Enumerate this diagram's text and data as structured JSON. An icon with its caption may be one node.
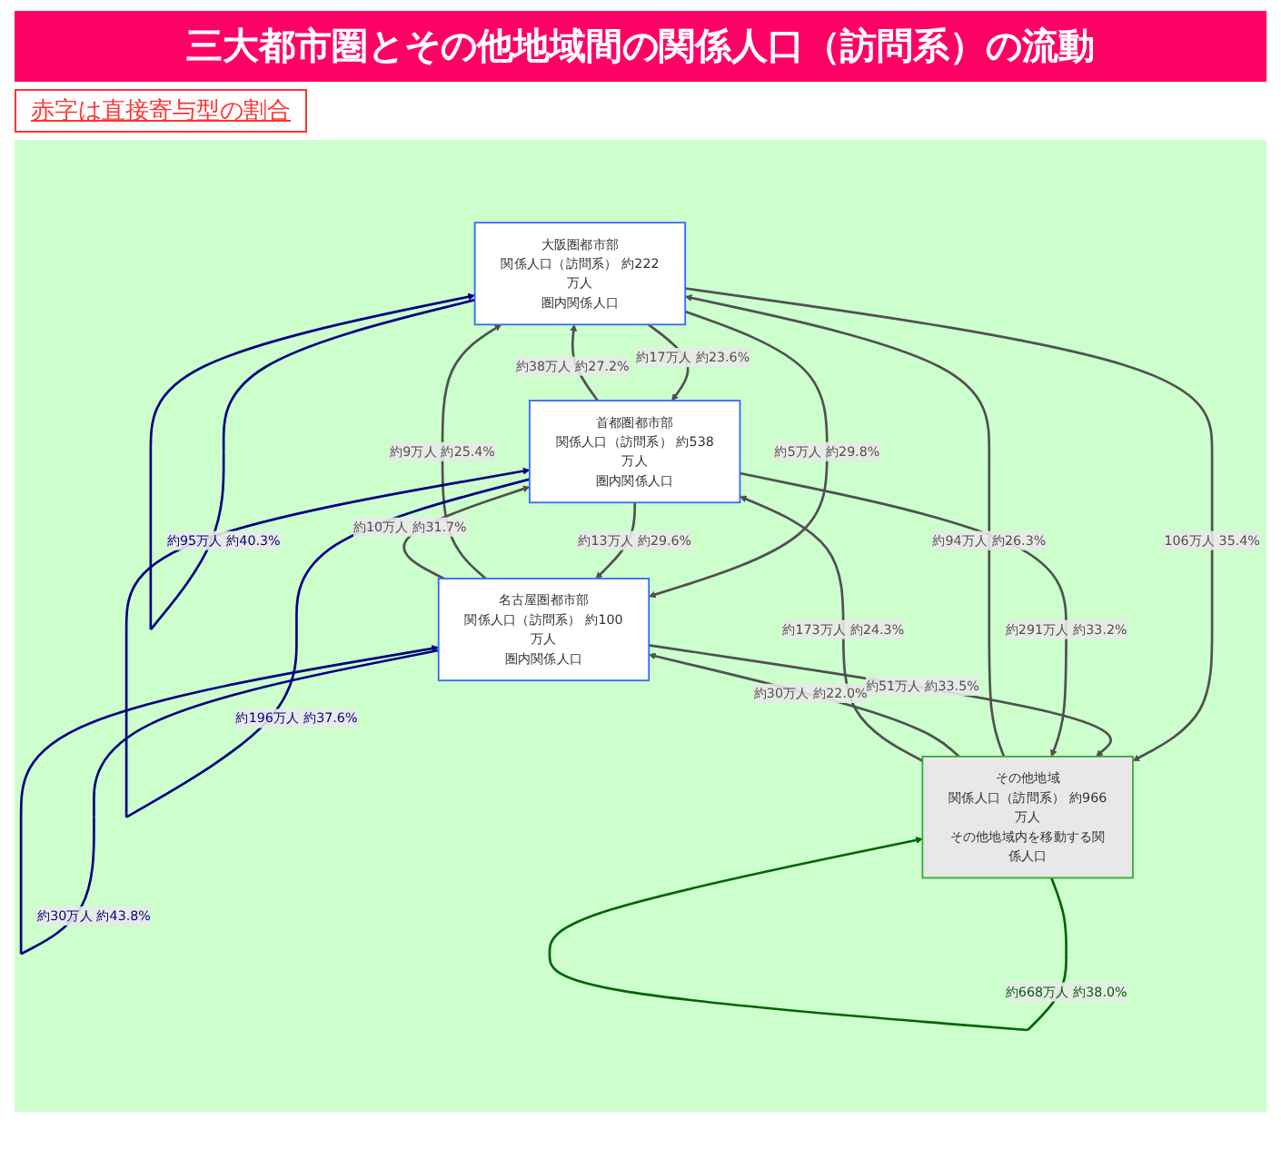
{
  "diagram": {
    "title": "三大都市圏とその他地域間の関係人口（訪問系）の流動",
    "nodes": [
      {
        "text": [
          "大阪圏都市部",
          "関係人口（訪問系） 約222万人",
          "圏内関係人口"
        ]
      },
      {
        "text": [
          "名古屋圏都市部",
          "関係人口（訪問系） 約100万人",
          "圏内関係人口"
        ]
      },
      {
        "text": [
          "首都圏都市部",
          "関係人口（訪問系） 約538万人",
          "圏内関係人口"
        ]
      },
      {
        "text": [
          "その他地域",
          "関係人口（訪問系） 約966万人",
          "その他地域内を移動する関係人口"
        ]
      }
    ],
    "edges": [
      {
        "from": 2,
        "to": 0,
        "arrow": "to",
        "label": "約38万人 約27.2%"
      },
      {
        "from": 0,
        "to": 2,
        "arrow": "to",
        "label": "約17万人 約23.6%"
      },
      {
        "from": 1,
        "to": 0,
        "arrow": "to",
        "label": "約9万人 約25.4%"
      },
      {
        "from": 0,
        "to": 1,
        "arrow": "to",
        "label": "約5万人 約29.8%"
      },
      {
        "from": 2,
        "to": 1,
        "arrow": "to",
        "label": "約13万人 約29.6%"
      },
      {
        "from": 1,
        "to": 2,
        "arrow": "to",
        "label": "約10万人 約31.7%"
      },
      {
        "from": 0,
        "to": 0,
        "arrow": "to",
        "label": "約95万人 約40.3%",
        "color": "#000080"
      },
      {
        "from": 1,
        "to": 1,
        "arrow": "to",
        "label": "約30万人 約43.8%",
        "color": "#000080"
      },
      {
        "from": 2,
        "to": 2,
        "arrow": "to",
        "label": "約196万人 約37.6%",
        "color": "#000080"
      },
      {
        "from": 0,
        "to": 3,
        "arrow": "to",
        "label": "106万人 35.4%"
      },
      {
        "from": 3,
        "to": 0,
        "arrow": "to",
        "label": "約94万人 約26.3%"
      },
      {
        "from": 1,
        "to": 3,
        "arrow": "to",
        "label": "約51万人 約33.5%"
      },
      {
        "from": 3,
        "to": 1,
        "arrow": "to",
        "label": "約30万人 約22.0%"
      },
      {
        "from": 2,
        "to": 3,
        "arrow": "to",
        "label": "約291万人 約33.2%"
      },
      {
        "from": 3,
        "to": 2,
        "arrow": "to",
        "label": "約173万人 約24.3%"
      },
      {
        "from": 3,
        "to": 3,
        "arrow": "to",
        "label": "約668万人 約38.0%",
        "color": "#006400"
      }
    ],
    "labels": [
      "赤字は直接寄与型の割合"
    ]
  }
}
